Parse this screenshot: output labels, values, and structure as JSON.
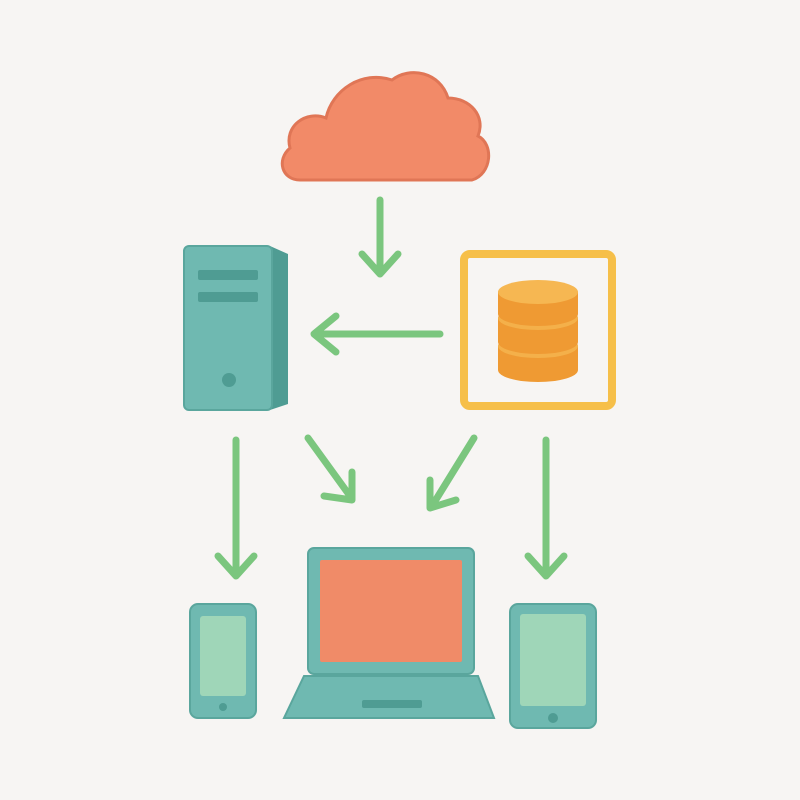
{
  "colors": {
    "background": "#f7f5f3",
    "cloud": "#f28a68",
    "device_teal": "#6fb9b1",
    "device_teal_dark": "#4f9c93",
    "device_screen_green": "#9fd6b8",
    "laptop_screen": "#f08b68",
    "database_orange": "#f2a23a",
    "database_frame": "#f6bf49",
    "arrow_green": "#7bc67e"
  },
  "nodes": [
    {
      "id": "cloud",
      "icon": "cloud-icon"
    },
    {
      "id": "server",
      "icon": "server-tower-icon"
    },
    {
      "id": "database",
      "icon": "database-icon"
    },
    {
      "id": "smartphone",
      "icon": "smartphone-icon"
    },
    {
      "id": "laptop",
      "icon": "laptop-icon"
    },
    {
      "id": "tablet",
      "icon": "tablet-icon"
    }
  ],
  "edges": [
    {
      "from": "cloud",
      "to": "database"
    },
    {
      "from": "database",
      "to": "server"
    },
    {
      "from": "server",
      "to": "smartphone"
    },
    {
      "from": "server",
      "to": "laptop"
    },
    {
      "from": "database",
      "to": "laptop"
    },
    {
      "from": "database",
      "to": "tablet"
    }
  ]
}
